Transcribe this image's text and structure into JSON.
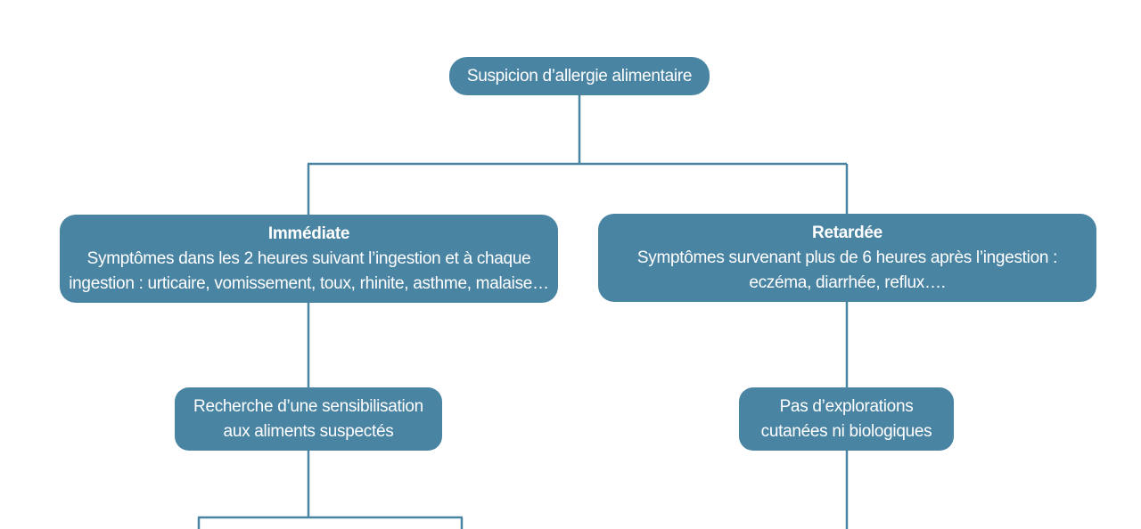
{
  "colors": {
    "box_fill": "#4a84a3",
    "box_text": "#ffffff",
    "connector": "#4a84a3",
    "background": "#ffffff"
  },
  "nodes": {
    "root": {
      "text": "Suspicion d’allergie alimentaire"
    },
    "immediate": {
      "title": "Immédiate",
      "line1": "Symptômes dans les 2 heures suivant l’ingestion et à chaque",
      "line2": "ingestion : urticaire, vomissement, toux, rhinite, asthme, malaise…"
    },
    "delayed": {
      "title": "Retardée",
      "line1": "Symptômes survenant plus de 6 heures après l’ingestion :",
      "line2": "eczéma, diarrhée, reflux…."
    },
    "sensitization": {
      "line1": "Recherche d’une sensibilisation",
      "line2": "aux aliments suspectés"
    },
    "no_exploration": {
      "line1": "Pas d’explorations",
      "line2": "cutanées ni biologiques"
    }
  }
}
